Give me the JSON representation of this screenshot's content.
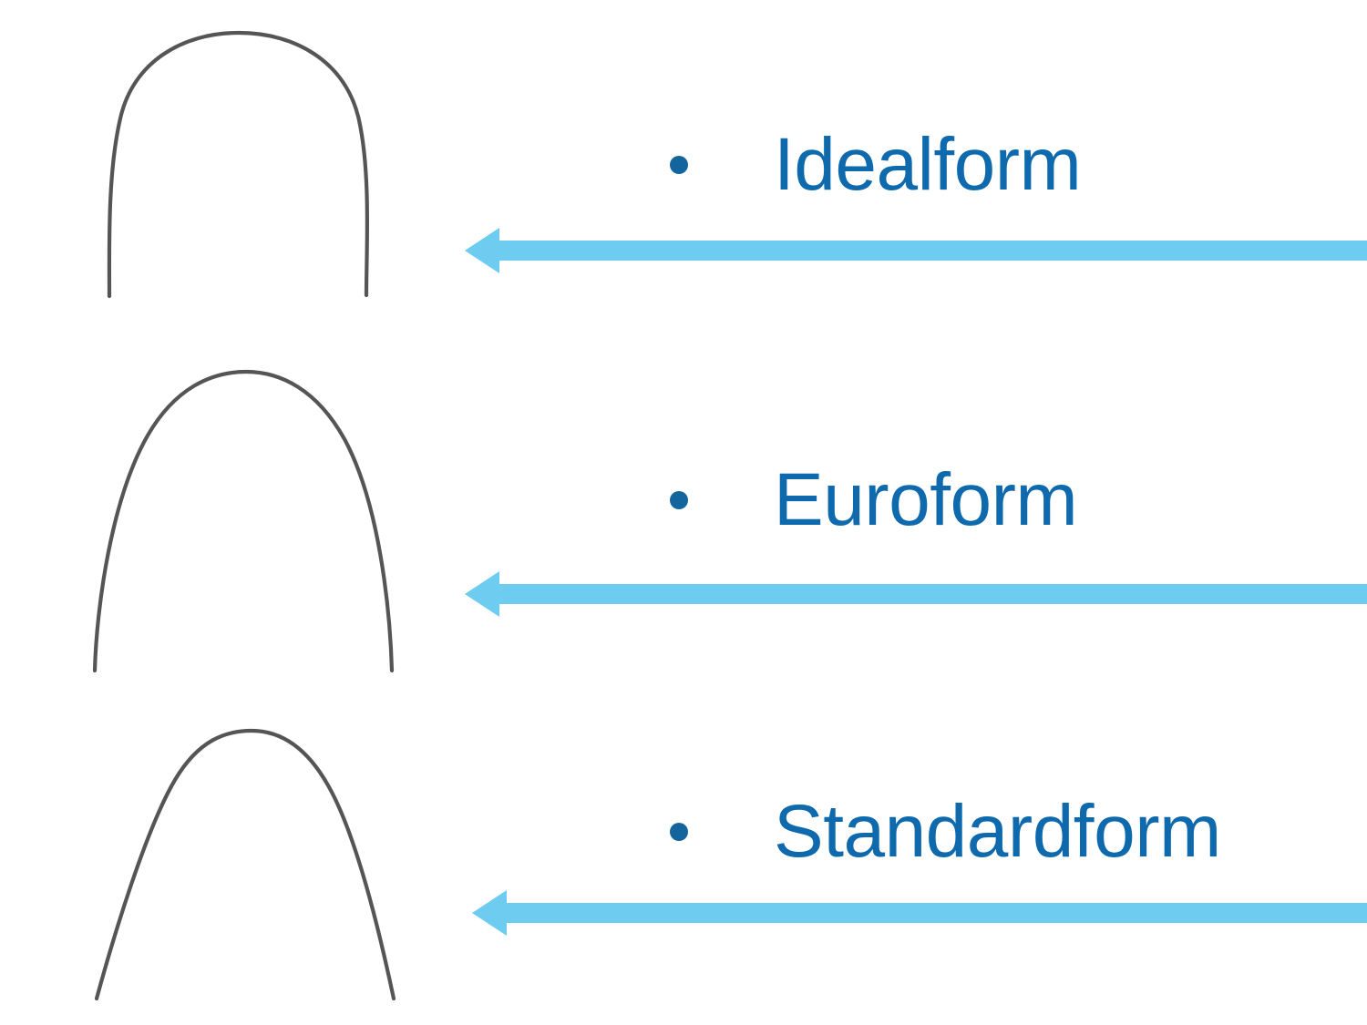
{
  "slide": {
    "background_color": "#FFFFFF",
    "text_color": "#0F6AAD",
    "bullet_color": "#14659E",
    "arrow_color": "#6DCCF0",
    "archwire_color": "#555555"
  },
  "rows": [
    {
      "label": "Idealform",
      "bullet": "•",
      "archwire_shape": "square-u-form",
      "archwire_description": "Broad U shaped archwire with near vertical legs and a flattened rounded apex",
      "arrow_direction": "left"
    },
    {
      "label": "Euroform",
      "bullet": "•",
      "archwire_shape": "ovoid-parabolic-form",
      "archwire_description": "Ovoid parabolic archwire with a rounded apex and gently flaring legs",
      "arrow_direction": "left"
    },
    {
      "label": "Standardform",
      "bullet": "•",
      "archwire_shape": "tapered-v-form",
      "archwire_description": "Tapered archwire with a narrow rounded apex and strongly splayed legs",
      "arrow_direction": "left"
    }
  ]
}
